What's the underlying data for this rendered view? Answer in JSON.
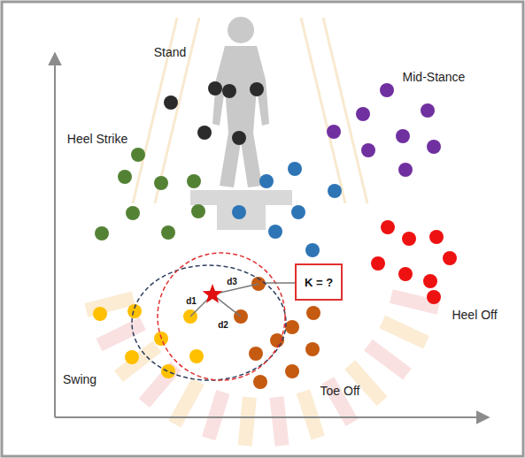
{
  "diagram": {
    "nodes": [
      {
        "text": [
          "K = ?"
        ]
      }
    ],
    "labels": [
      "Stand",
      "Mid-Stance",
      "Heel Strike",
      "Heel Off",
      "Swing",
      "Toe Off",
      "d1",
      "d2",
      "d3"
    ]
  }
}
